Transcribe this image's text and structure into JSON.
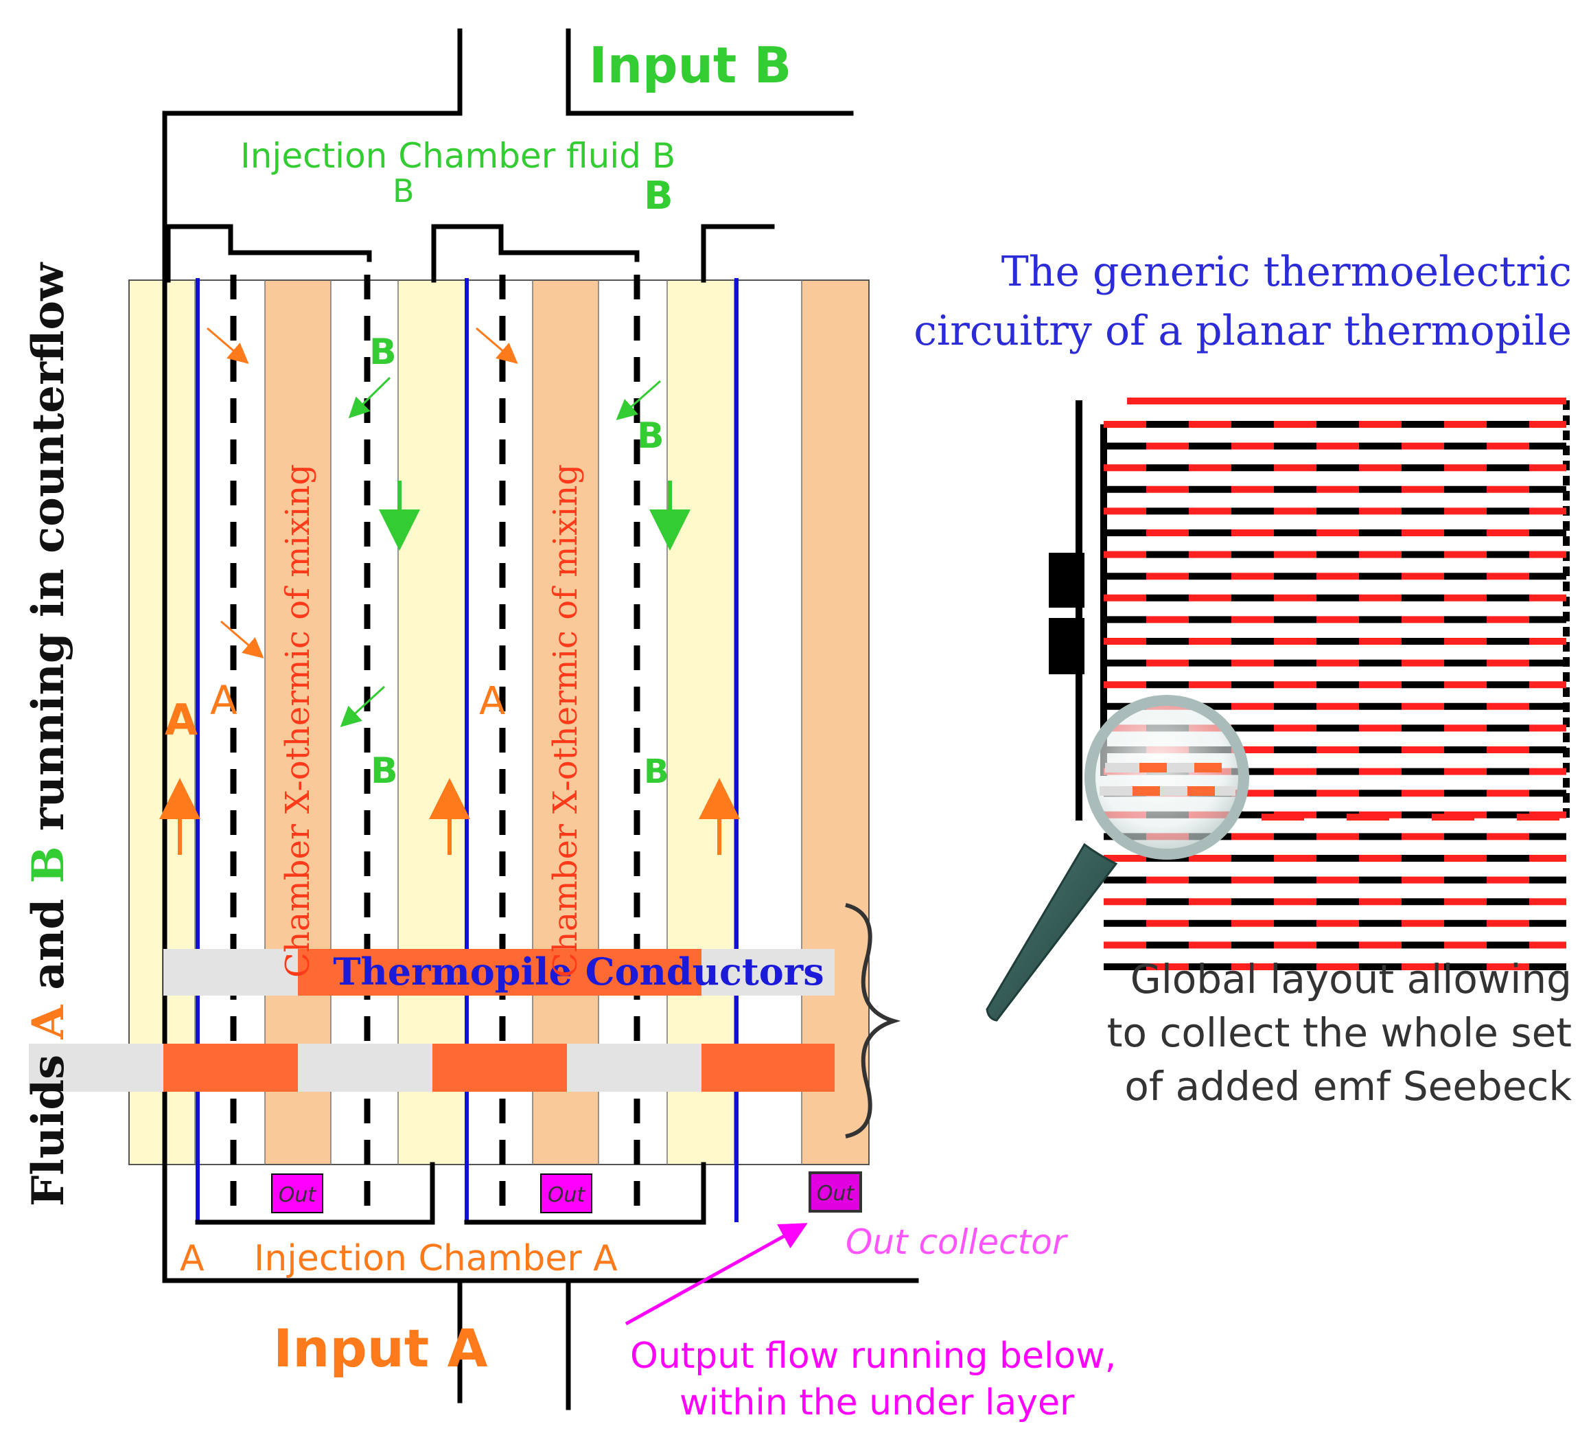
{
  "labels": {
    "input_b": "Input B",
    "injection_b": "Injection Chamber fluid B",
    "b": "B",
    "a": "A",
    "side_title_part1": "Fluids ",
    "side_title_a": "A",
    "side_title_part2": " and ",
    "side_title_b": "B",
    "side_title_part3": " running in counterflow",
    "chamber": "Chamber X-othermic of mixing",
    "thermopile": "Thermopile Conductors",
    "out": "Out",
    "injection_a": "Injection Chamber A",
    "input_a": "Input A",
    "out_collector": "Out collector",
    "output_flow_line1": "Output flow running below,",
    "output_flow_line2": "within the under layer",
    "generic_line1": "The generic thermoelectric",
    "generic_line2": "circuitry of a planar thermopile",
    "global_line1": "Global layout allowing",
    "global_line2": "to collect the whole set",
    "global_line3": "of added emf Seebeck"
  },
  "colors": {
    "fluid_a": "#ff7a1a",
    "fluid_b": "#33cc33",
    "chamber_fill": "#f9c99a",
    "strip_fill": "#fff9cc",
    "blue_line": "#1010d8",
    "magenta": "#ff00ff",
    "thermo_red": "#ff2020",
    "title_blue": "#2b2bd8",
    "conductor_orange": "#ff6a33",
    "conductor_grey": "#e3e3e3"
  }
}
